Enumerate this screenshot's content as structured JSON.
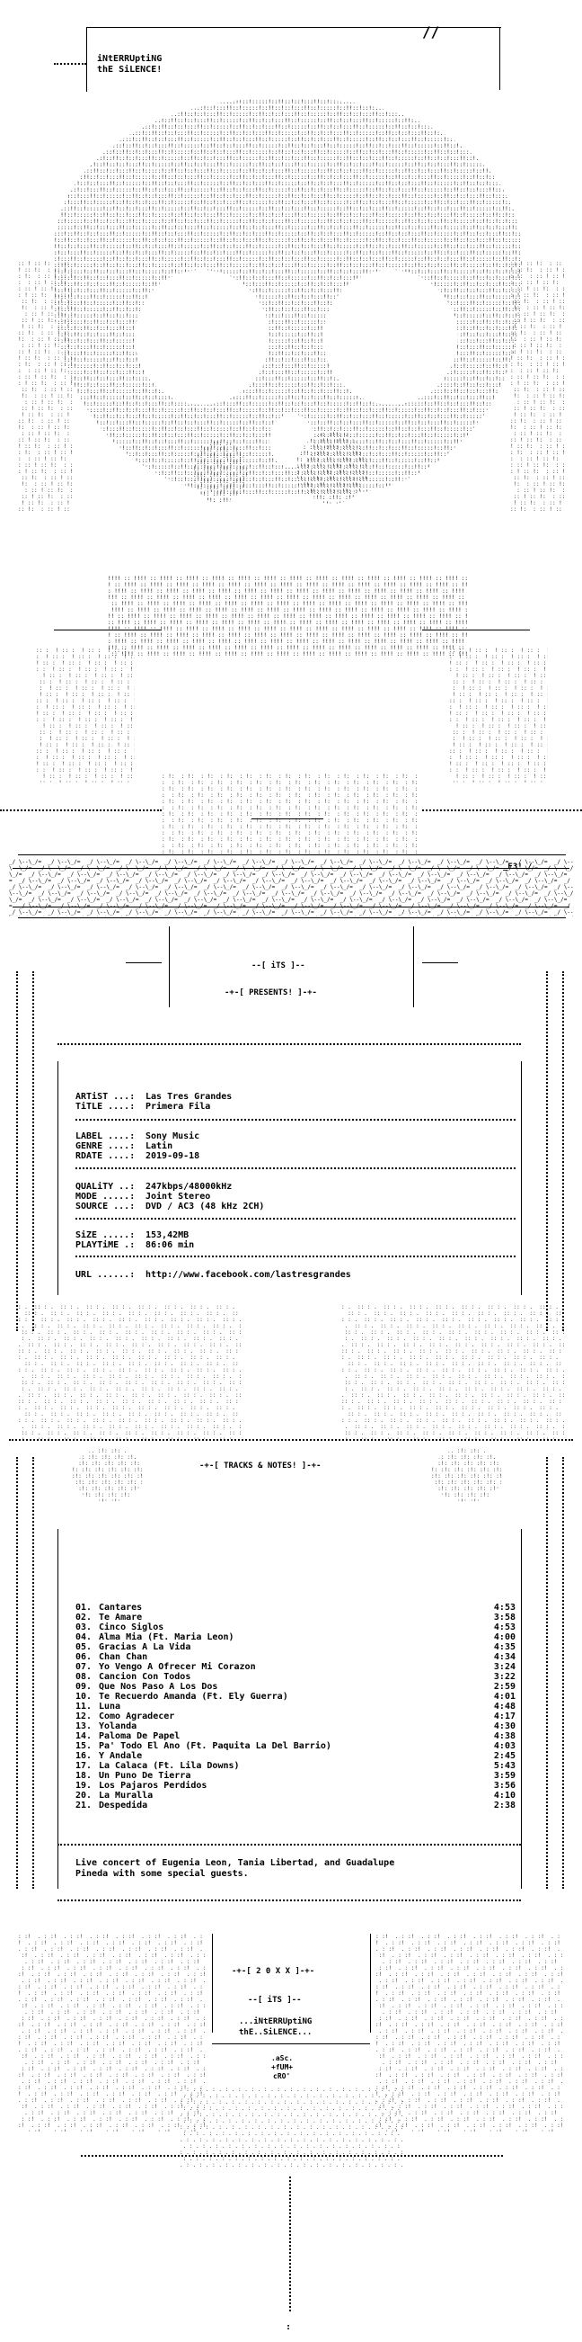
{
  "header": {
    "group_line1": "iNtERRUptiNG",
    "group_line2": "thE SiLENCE!"
  },
  "banner": {
    "sig": "_E3! /"
  },
  "section_titles": {
    "its": "--[ iTS ]--",
    "presents": "-+-[ PRESENTS! ]-+-",
    "tracks": "-+-[ TRACKS & NOTES! ]-+-"
  },
  "info": {
    "artist_key": "ARTiST ...:",
    "artist": "Las Tres Grandes",
    "title_key": "TiTLE ....:",
    "title": "Primera Fila",
    "label_key": "LABEL ....:",
    "label": "Sony Music",
    "genre_key": "GENRE ....:",
    "genre": "Latin",
    "rdate_key": "RDATE ....:",
    "rdate": "2019-09-18",
    "quality_key": "QUALiTY ..:",
    "quality": "247kbps/48000kHz",
    "mode_key": "MODE .....:",
    "mode": "Joint Stereo",
    "source_key": "SOURCE ...:",
    "source": "DVD / AC3 (48 kHz 2CH)",
    "size_key": "SiZE .....:",
    "size": "153,42MB",
    "playtime_key": "PLAYTiME .:",
    "playtime": "86:06 min",
    "url_key": "URL ......:",
    "url": "http://www.facebook.com/lastresgrandes"
  },
  "tracks": [
    {
      "num": "01.",
      "title": "Cantares",
      "time": "4:53"
    },
    {
      "num": "02.",
      "title": "Te Amare",
      "time": "3:58"
    },
    {
      "num": "03.",
      "title": "Cinco Siglos",
      "time": "4:53"
    },
    {
      "num": "04.",
      "title": "Alma Mia (Ft. Maria Leon)",
      "time": "4:00"
    },
    {
      "num": "05.",
      "title": "Gracias A La Vida",
      "time": "4:35"
    },
    {
      "num": "06.",
      "title": "Chan Chan",
      "time": "4:34"
    },
    {
      "num": "07.",
      "title": "Yo Vengo A Ofrecer Mi Corazon",
      "time": "3:24"
    },
    {
      "num": "08.",
      "title": "Cancion Con Todos",
      "time": "3:22"
    },
    {
      "num": "09.",
      "title": "Que Nos Paso A Los Dos",
      "time": "2:59"
    },
    {
      "num": "10.",
      "title": "Te Recuerdo Amanda (Ft. Ely Guerra)",
      "time": "4:01"
    },
    {
      "num": "11.",
      "title": "Luna",
      "time": "4:48"
    },
    {
      "num": "12.",
      "title": "Como Agradecer",
      "time": "4:17"
    },
    {
      "num": "13.",
      "title": "Yolanda",
      "time": "4:30"
    },
    {
      "num": "14.",
      "title": "Paloma De Papel",
      "time": "4:38"
    },
    {
      "num": "15.",
      "title": "Pa' Todo El Ano (Ft. Paquita La Del Barrio)",
      "time": "4:03"
    },
    {
      "num": "16.",
      "title": "Y Andale",
      "time": "2:45"
    },
    {
      "num": "17.",
      "title": "La Calaca (Ft. Lila Downs)",
      "time": "5:43"
    },
    {
      "num": "18.",
      "title": "Un Puno De Tierra",
      "time": "3:59"
    },
    {
      "num": "19.",
      "title": "Los Pajaros Perdidos",
      "time": "3:56"
    },
    {
      "num": "20.",
      "title": "La Muralla",
      "time": "4:10"
    },
    {
      "num": "21.",
      "title": "Despedida",
      "time": "2:38"
    }
  ],
  "notes": {
    "line1": "Live concert of Eugenia Leon, Tania Libertad, and Guadalupe",
    "line2": "Pineda with some special guests."
  },
  "footer": {
    "year": "-+-[ 2 0 X X ]-+-",
    "its": "--[ iTS ]--",
    "group_line1": "...iNtERRUptiNG",
    "group_line2": "thE..SiLENCE...",
    "credit_line1": ".aSc.",
    "credit_line2": "+fUM+",
    "credit_line3": "cRO'"
  }
}
